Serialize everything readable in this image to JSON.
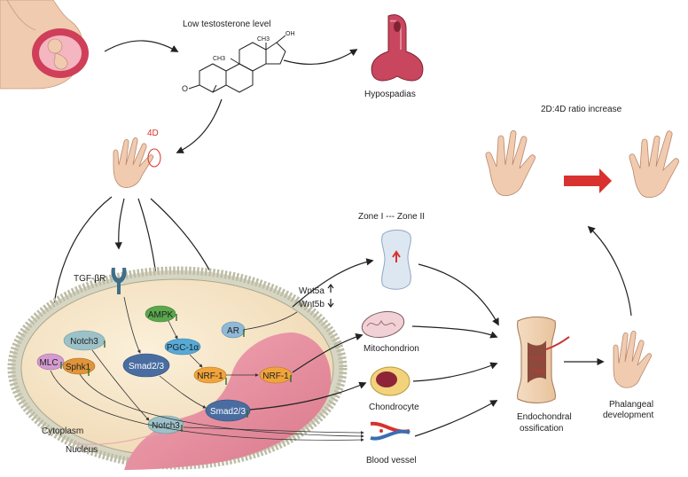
{
  "top": {
    "low_testosterone": "Low testosterone level",
    "hypospadias": "Hypospadias",
    "ch3_a": "CH3",
    "ch3_b": "CH3",
    "oh": "OH",
    "o": "O"
  },
  "hand": {
    "digit_label": "4D"
  },
  "ratio": {
    "title": "2D:4D ratio increase"
  },
  "cell": {
    "receptor": "TGF-βR",
    "ampk": "AMPK",
    "pgc": "PGC-1α",
    "nrf1_cyto": "NRF-1",
    "nrf1_nuc": "NRF-1",
    "ar": "AR",
    "notch3_cyto": "Notch3",
    "notch3_nuc": "Notch3",
    "smad_cyto": "Smad2/3",
    "smad_nuc": "Smad2/3",
    "mlc": "MLC",
    "sphk1": "Sphk1",
    "cytoplasm": "Cytoplasm",
    "nucleus": "Nucleus"
  },
  "right": {
    "zone": "Zone I --- Zone II",
    "wnt5a": "Wnt5a",
    "wnt5b": "Wnt5b",
    "mitochondrion": "Mitochondrion",
    "chondrocyte": "Chondrocyte",
    "blood_vessel": "Blood vessel",
    "endochondral_1": "Endochondral",
    "endochondral_2": "ossification",
    "phalangeal_1": "Phalangeal",
    "phalangeal_2": "development"
  },
  "colors": {
    "nucleus": "#e58a9a",
    "cytoplasm": "#f5e3c4",
    "membrane": "#c9c9b9",
    "ampk": "#5aa84c",
    "pgc": "#57a9d6",
    "nrf": "#f0a43a",
    "ar": "#8fb9d6",
    "notch": "#9cc1c9",
    "smad": "#4a6da1",
    "mlc": "#d39bd0",
    "sphk": "#e0953a",
    "red_arrow": "#d8312f"
  }
}
